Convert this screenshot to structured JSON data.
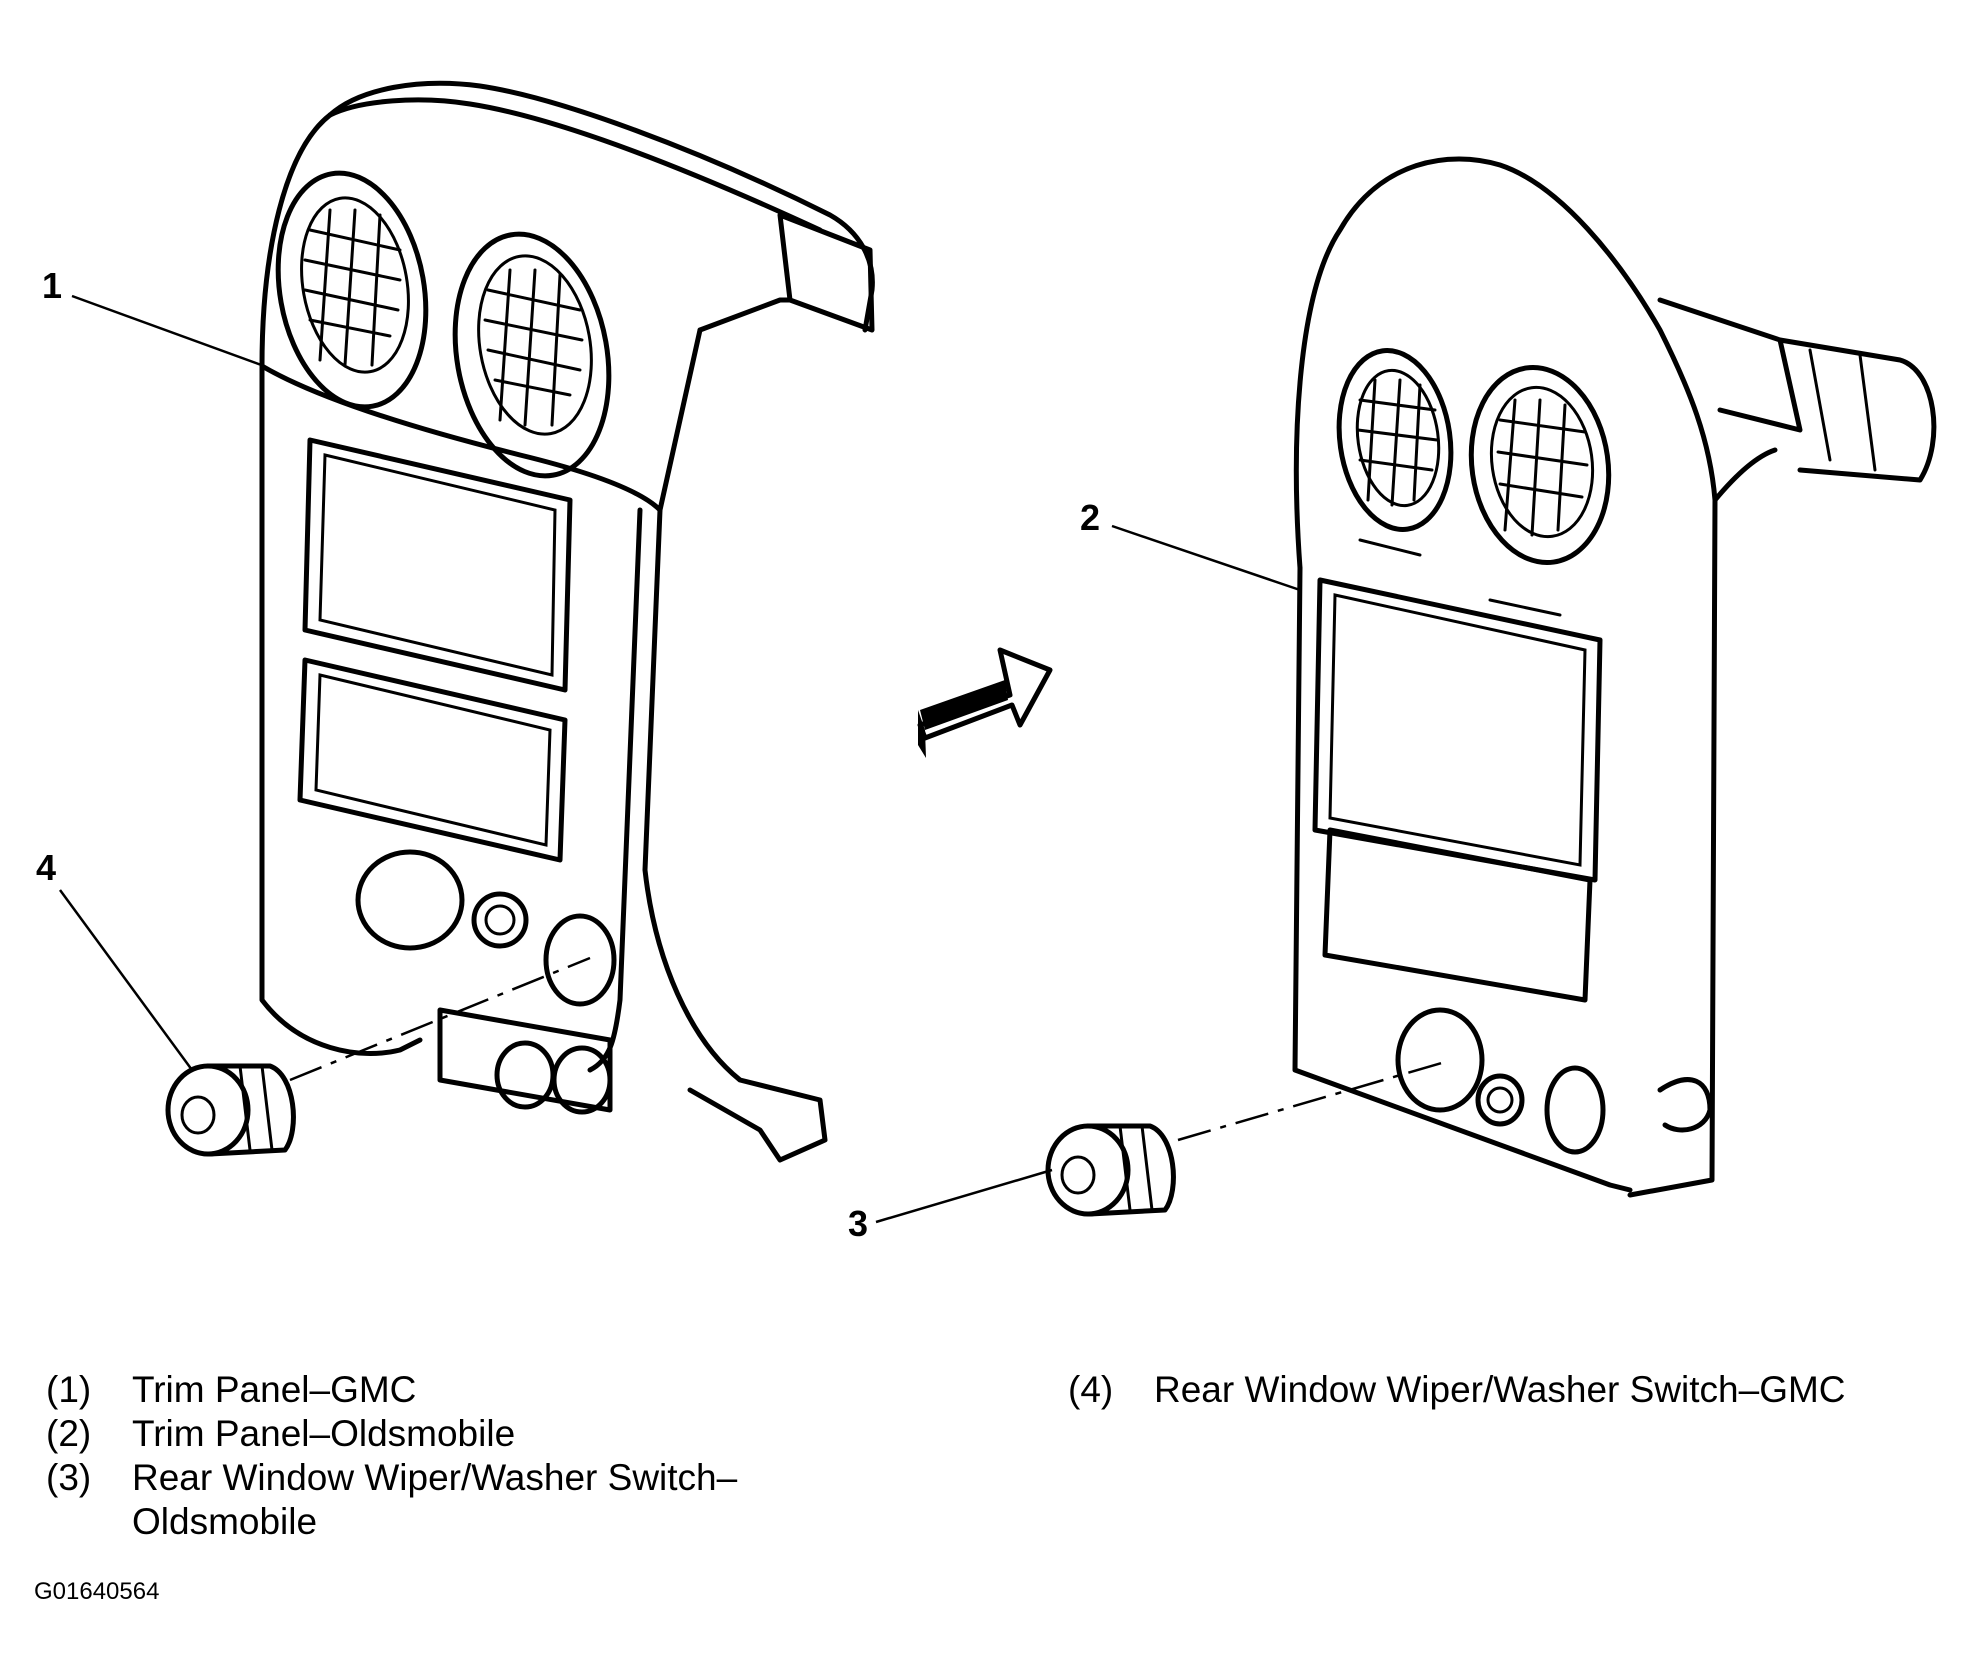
{
  "callouts": {
    "c1": "1",
    "c2": "2",
    "c3": "3",
    "c4": "4"
  },
  "legend": {
    "left": [
      {
        "num": "(1)",
        "text": "Trim Panel–GMC"
      },
      {
        "num": "(2)",
        "text": "Trim Panel–Oldsmobile"
      },
      {
        "num": "(3)",
        "text": "Rear Window Wiper/Washer Switch–\nOldsmobile"
      }
    ],
    "right": [
      {
        "num": "(4)",
        "text": "Rear Window Wiper/Washer Switch–GMC"
      }
    ]
  },
  "figure_id": "G01640564",
  "icons": {
    "trim_panel_gmc": "trim-panel-gmc-illustration",
    "trim_panel_oldsmobile": "trim-panel-oldsmobile-illustration",
    "switch_gmc": "switch-knob-illustration",
    "switch_oldsmobile": "switch-knob-illustration",
    "direction_arrow": "arrow-icon"
  }
}
